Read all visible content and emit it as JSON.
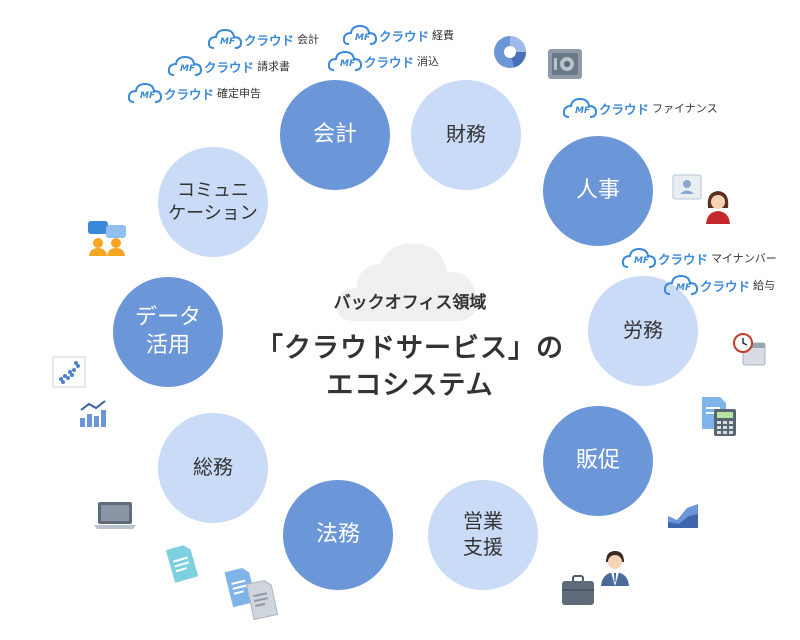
{
  "center": {
    "subtitle": "バックオフィス領域",
    "title_line1": "「クラウドサービス」の",
    "title_line2": "エコシステム"
  },
  "nodes": {
    "kaikei": "会計",
    "zaimu": "財務",
    "jinji": "人事",
    "roumu": "労務",
    "hansoku": "販促",
    "eigyo": "営業\n支援",
    "houmu": "法務",
    "soumu": "総務",
    "data": "データ\n活用",
    "comm": "コミュニ\nケーション"
  },
  "products": {
    "brand": "クラウド",
    "logo_text": "MF",
    "kaikei": "会計",
    "seikyusho": "請求書",
    "kakutei": "確定申告",
    "keihi": "経費",
    "shoukomi": "消込",
    "finance": "ファイナンス",
    "mynumber": "マイナンバー",
    "kyuyo": "給与"
  },
  "colors": {
    "dark_node": "#6b96d8",
    "light_node": "#c9dbf7",
    "brand_blue": "#3a88d8"
  },
  "icons": [
    "pie-chart-icon",
    "safe-icon",
    "id-card-icon",
    "woman-avatar-icon",
    "clock-calendar-icon",
    "calculator-document-icon",
    "area-chart-icon",
    "businessman-icon",
    "briefcase-icon",
    "documents-icon",
    "laptop-icon",
    "bar-line-chart-icon",
    "scatter-plot-icon",
    "chat-people-icon"
  ]
}
